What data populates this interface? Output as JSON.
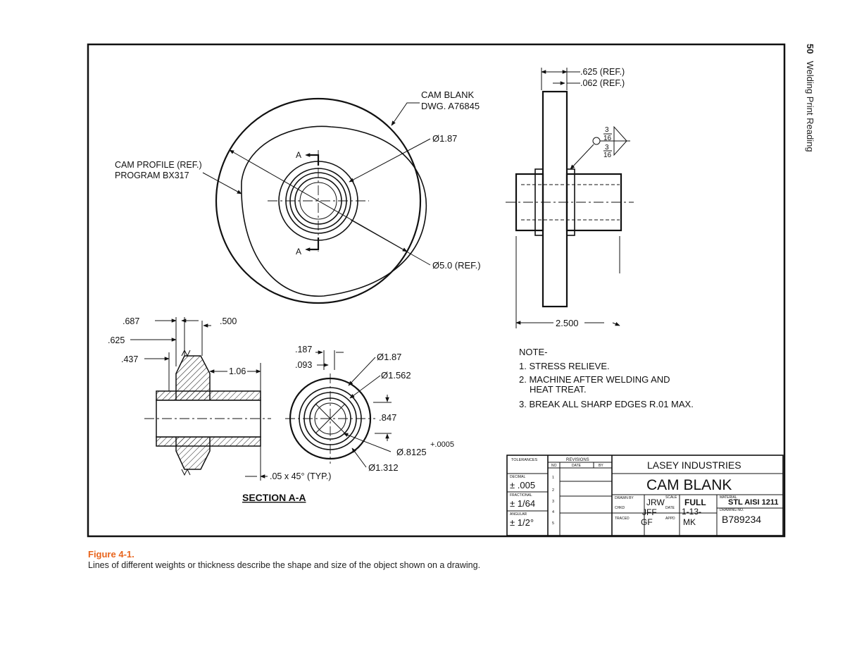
{
  "header": {
    "page_number": "50",
    "section_title": "Welding Print Reading"
  },
  "caption": {
    "figure_label": "Figure 4-1.",
    "text": "Lines of different weights or thickness describe the shape and size of the object shown on a drawing."
  },
  "drawing": {
    "front_view": {
      "cam_blank_label": [
        "CAM BLANK",
        "DWG. A76845"
      ],
      "cam_profile_label": [
        "CAM PROFILE (REF.)",
        "PROGRAM BX317"
      ],
      "dia_hub": "Ø1.87",
      "dia_ref": "Ø5.0 (REF.)",
      "section_marker": "A"
    },
    "side_view": {
      "dim_overall_ref": ".625 (REF.)",
      "dim_plate_ref": ".062 (REF.)",
      "weld_size_top": [
        "3",
        "16"
      ],
      "weld_size_bottom": [
        "3",
        "16"
      ],
      "dim_length": "2.500"
    },
    "section_view": {
      "dims_left": [
        ".687",
        ".625",
        ".437"
      ],
      "dim_500": ".500",
      "dim_106": "1.06",
      "dim_chamfer": ".05 x 45° (TYP.)",
      "title": "SECTION A-A"
    },
    "end_view": {
      "dim_187": ".187",
      "dim_093": ".093",
      "dia_187": "Ø1.87",
      "dia_1562": "Ø1.562",
      "dim_847": ".847",
      "dia_8125": "Ø.8125",
      "tol_8125": "+.0005",
      "dia_1312": "Ø1.312"
    },
    "notes": {
      "heading": "NOTE-",
      "items": [
        "1. STRESS RELIEVE.",
        "2. MACHINE AFTER WELDING AND",
        "HEAT TREAT.",
        "3. BREAK ALL SHARP EDGES R.01 MAX."
      ]
    },
    "title_block": {
      "tolerances_label": "TOLERANCES",
      "revisions_label": "REVISIONS",
      "rev_col_no": "NO",
      "rev_col_date": "DATE",
      "rev_col_by": "BY",
      "decimal_label": "DECIMAL",
      "decimal_value": "± .005",
      "fractional_label": "FRACTIONAL",
      "fractional_value": "± 1/64",
      "angular_label": "ANGULAR",
      "angular_value": "± 1/2°",
      "rev_rows": [
        "1",
        "2",
        "3",
        "4",
        "5"
      ],
      "company": "LASEY INDUSTRIES",
      "part_name": "CAM BLANK",
      "drawn_by_label": "DRAWN BY",
      "drawn_by": "JRW",
      "scale_label": "SCALE",
      "scale": "FULL",
      "material_label": "MATERIAL",
      "material": "STL AISI 1211",
      "chkd_label": "CHKD",
      "chkd": "JFF",
      "date_label": "DATE",
      "date": "1-13-",
      "drawing_no_label": "DRAWING NO.",
      "traced_label": "TRACED",
      "traced": "GF",
      "appd_label": "APPD",
      "appd": "MK",
      "drawing_no": "B789234"
    }
  }
}
